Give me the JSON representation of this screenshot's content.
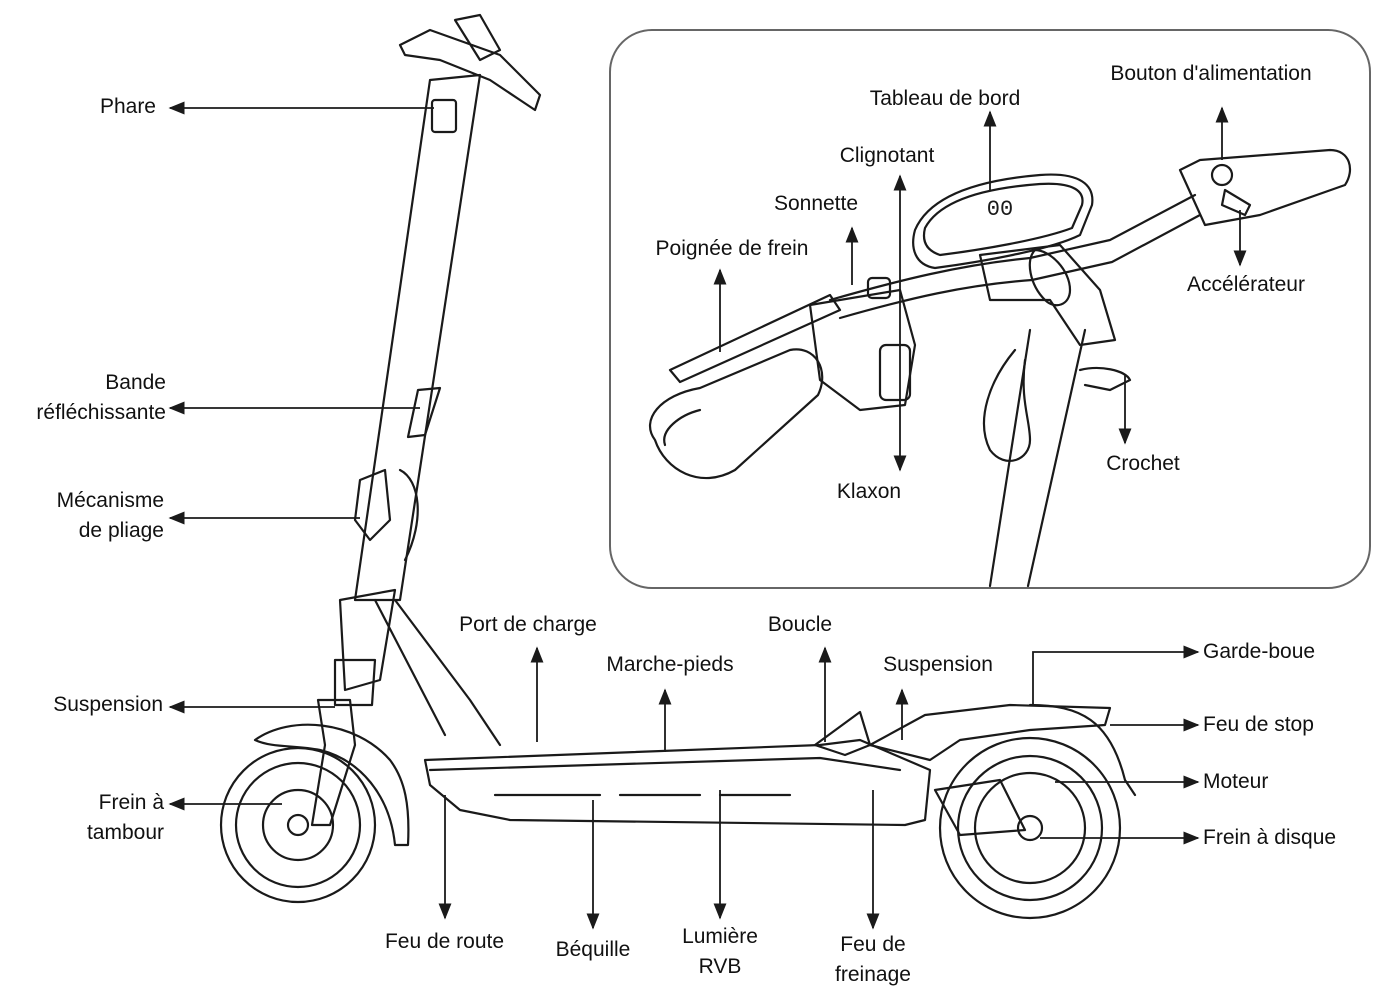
{
  "labels": {
    "phare": "Phare",
    "bande_1": "Bande",
    "bande_2": "réfléchissante",
    "pliage_1": "Mécanisme",
    "pliage_2": "de pliage",
    "suspension_front": "Suspension",
    "frein_tambour_1": "Frein à",
    "frein_tambour_2": "tambour",
    "feu_route": "Feu de route",
    "bequille": "Béquille",
    "lumiere_1": "Lumière",
    "lumiere_2": "RVB",
    "feu_freinage_1": "Feu de",
    "feu_freinage_2": "freinage",
    "port_charge": "Port de charge",
    "marche_pieds": "Marche-pieds",
    "boucle": "Boucle",
    "suspension_rear": "Suspension",
    "garde_boue": "Garde-boue",
    "feu_stop": "Feu de stop",
    "moteur": "Moteur",
    "frein_disque": "Frein à disque"
  },
  "inset": {
    "tableau": "Tableau de bord",
    "bouton": "Bouton d'alimentation",
    "clignotant": "Clignotant",
    "sonnette": "Sonnette",
    "poignee": "Poignée de frein",
    "accelerateur": "Accélérateur",
    "klaxon": "Klaxon",
    "crochet": "Crochet",
    "display_reading": "00"
  },
  "colors": {
    "line": "#1a1a1a",
    "frame": "#555555",
    "background": "#ffffff"
  }
}
